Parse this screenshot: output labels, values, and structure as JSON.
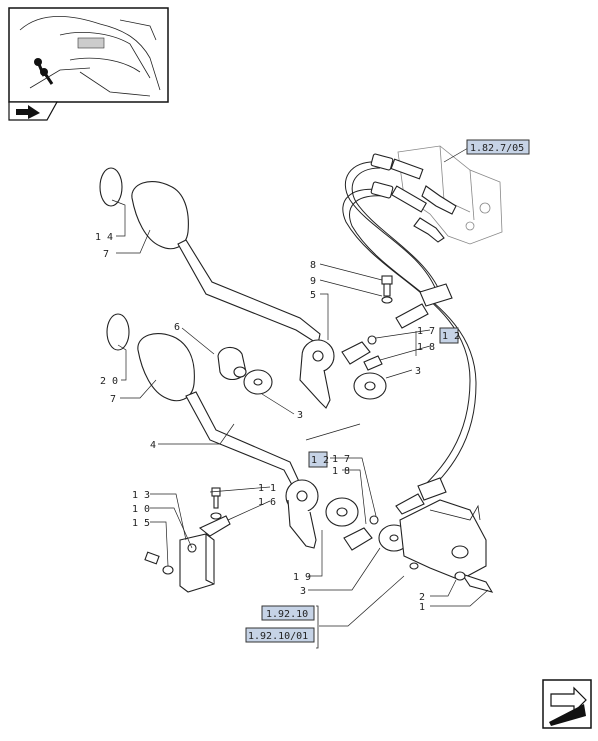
{
  "callouts": {
    "c14": "1 4",
    "c7a": "7",
    "c20": "2 0",
    "c7b": "7",
    "c6": "6",
    "c8": "8",
    "c9": "9",
    "c5": "5",
    "c17a": "1 7",
    "c18a": "1 8",
    "c3a": "3",
    "c3b": "3",
    "c4": "4",
    "c17b": "1 7",
    "c18b": "1 8",
    "c13": "1 3",
    "c10": "1 0",
    "c15": "1 5",
    "c11": "1 1",
    "c16": "1 6",
    "c19": "1 9",
    "c3c": "3",
    "c2": "2",
    "c1": "1"
  },
  "refs": {
    "r1_82_7_05": "1.82.7/05",
    "r12_top": "1 2",
    "r12_mid": "1 2",
    "r1_92_10": "1.92.10",
    "r1_92_10_01": "1.92.10/01"
  },
  "icons": {
    "thumbnail": "tractor-cab-locator-thumbnail",
    "nav_prev": "arrow-back-icon",
    "nav_next": "arrow-next-icon"
  },
  "colors": {
    "ref_fill": "#c6d3e6",
    "line": "#222222"
  }
}
